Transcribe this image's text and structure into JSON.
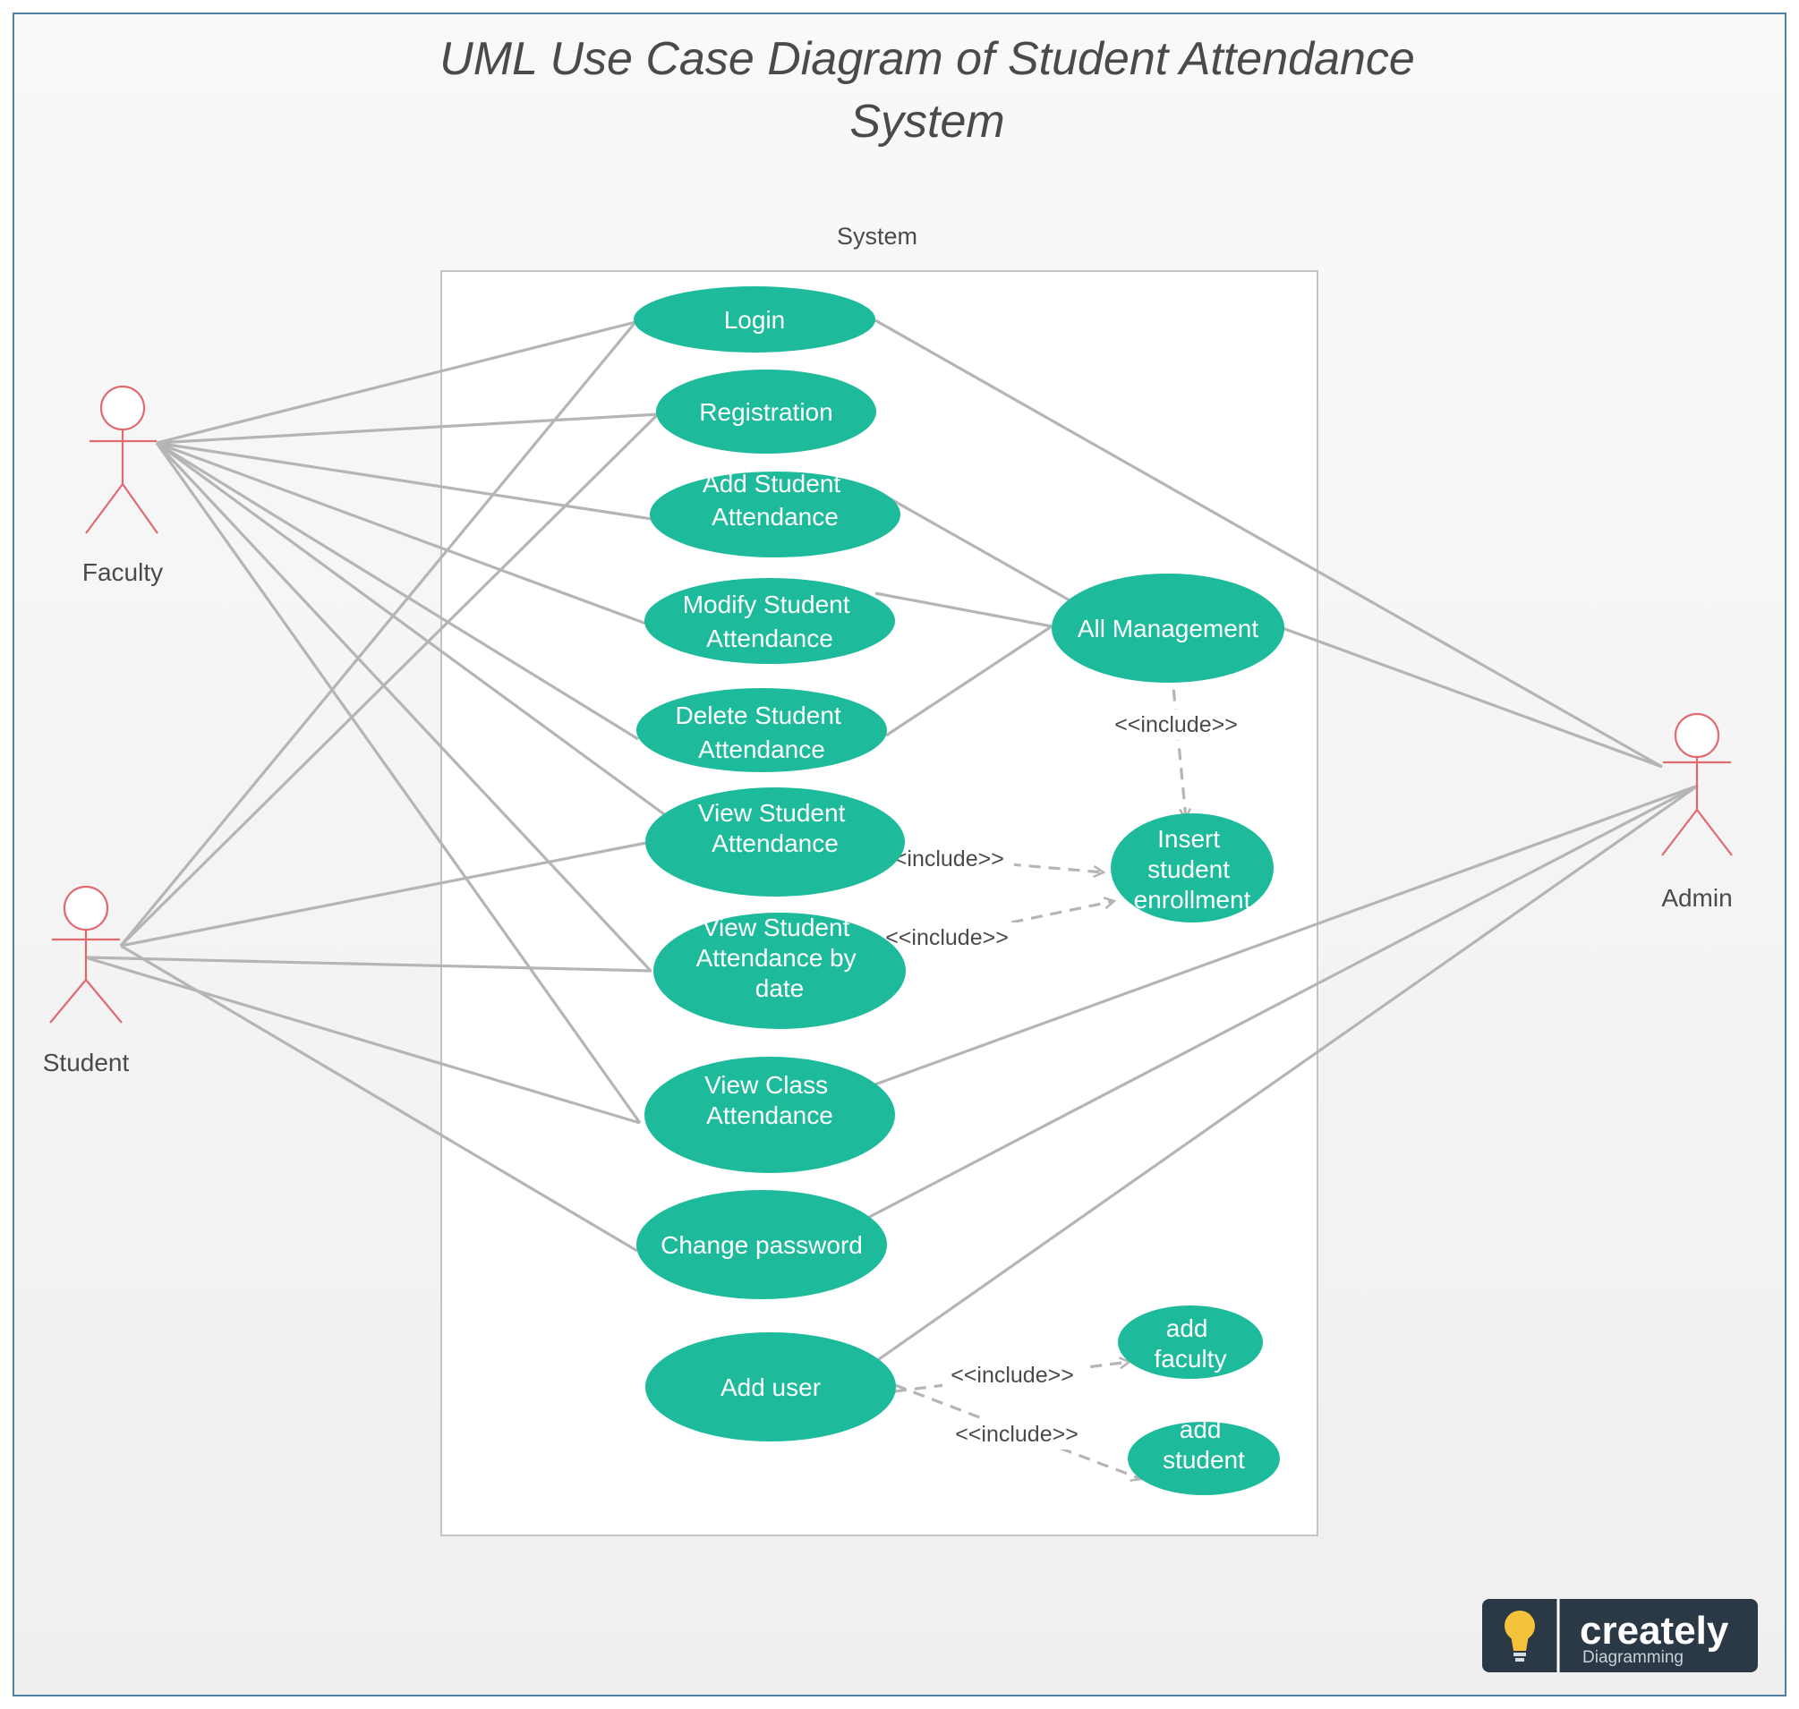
{
  "title": {
    "line1": "UML Use Case Diagram of Student Attendance",
    "line2": "System"
  },
  "system_label": "System",
  "include_label": "<<include>>",
  "actors": {
    "faculty": "Faculty",
    "student": "Student",
    "admin": "Admin"
  },
  "use_cases": {
    "login": [
      "Login"
    ],
    "registration": [
      "Registration"
    ],
    "add_attendance": [
      "Add Student",
      "Attendance"
    ],
    "modify_attendance": [
      "Modify Student",
      "Attendance"
    ],
    "delete_attendance": [
      "Delete Student",
      "Attendance"
    ],
    "view_attendance": [
      "View Student",
      "Attendance"
    ],
    "view_by_date": [
      "View Student",
      "Attendance by",
      "date"
    ],
    "view_class": [
      "View Class",
      "Attendance"
    ],
    "change_password": [
      "Change password"
    ],
    "add_user": [
      "Add user"
    ],
    "all_management": [
      "All Management"
    ],
    "insert_enrollment": [
      "Insert",
      "student",
      "enrollment"
    ],
    "add_faculty": [
      "add",
      "faculty"
    ],
    "add_student": [
      "add",
      "student"
    ]
  },
  "logo": {
    "brand": "creately",
    "tagline": "Diagramming"
  },
  "colors": {
    "usecase_fill": "#1dbb9b",
    "actor_stroke": "#e06a6f",
    "line": "#b5b5b5",
    "text": "#4a4a4a"
  }
}
